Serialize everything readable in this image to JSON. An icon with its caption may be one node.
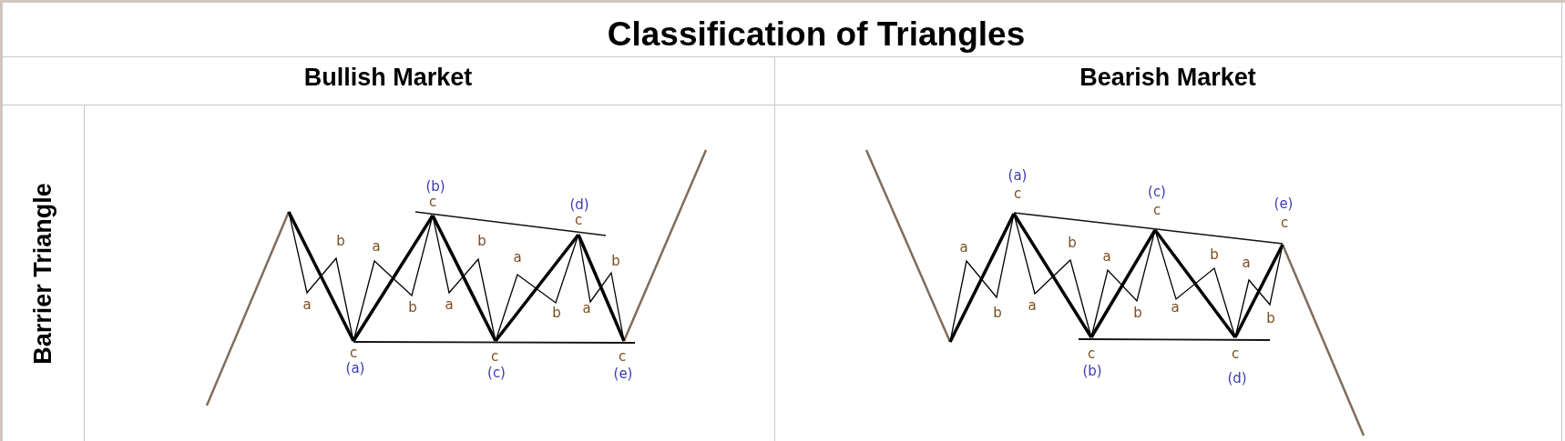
{
  "diagram": {
    "title": "Classification of Triangles",
    "labels": [
      "Bullish Market",
      "Bearish Market",
      "Barrier Triangle",
      "a",
      "b",
      "c",
      "(a)",
      "a",
      "b",
      "c",
      "(b)",
      "a",
      "b",
      "c",
      "(c)",
      "a",
      "b",
      "c",
      "(d)",
      "a",
      "b",
      "c",
      "(e)",
      "a",
      "b",
      "c",
      "(a)",
      "a",
      "b",
      "c",
      "(b)",
      "a",
      "b",
      "c",
      "(c)",
      "a",
      "b",
      "c",
      "(d)",
      "a",
      "b",
      "c",
      "(e)"
    ]
  }
}
